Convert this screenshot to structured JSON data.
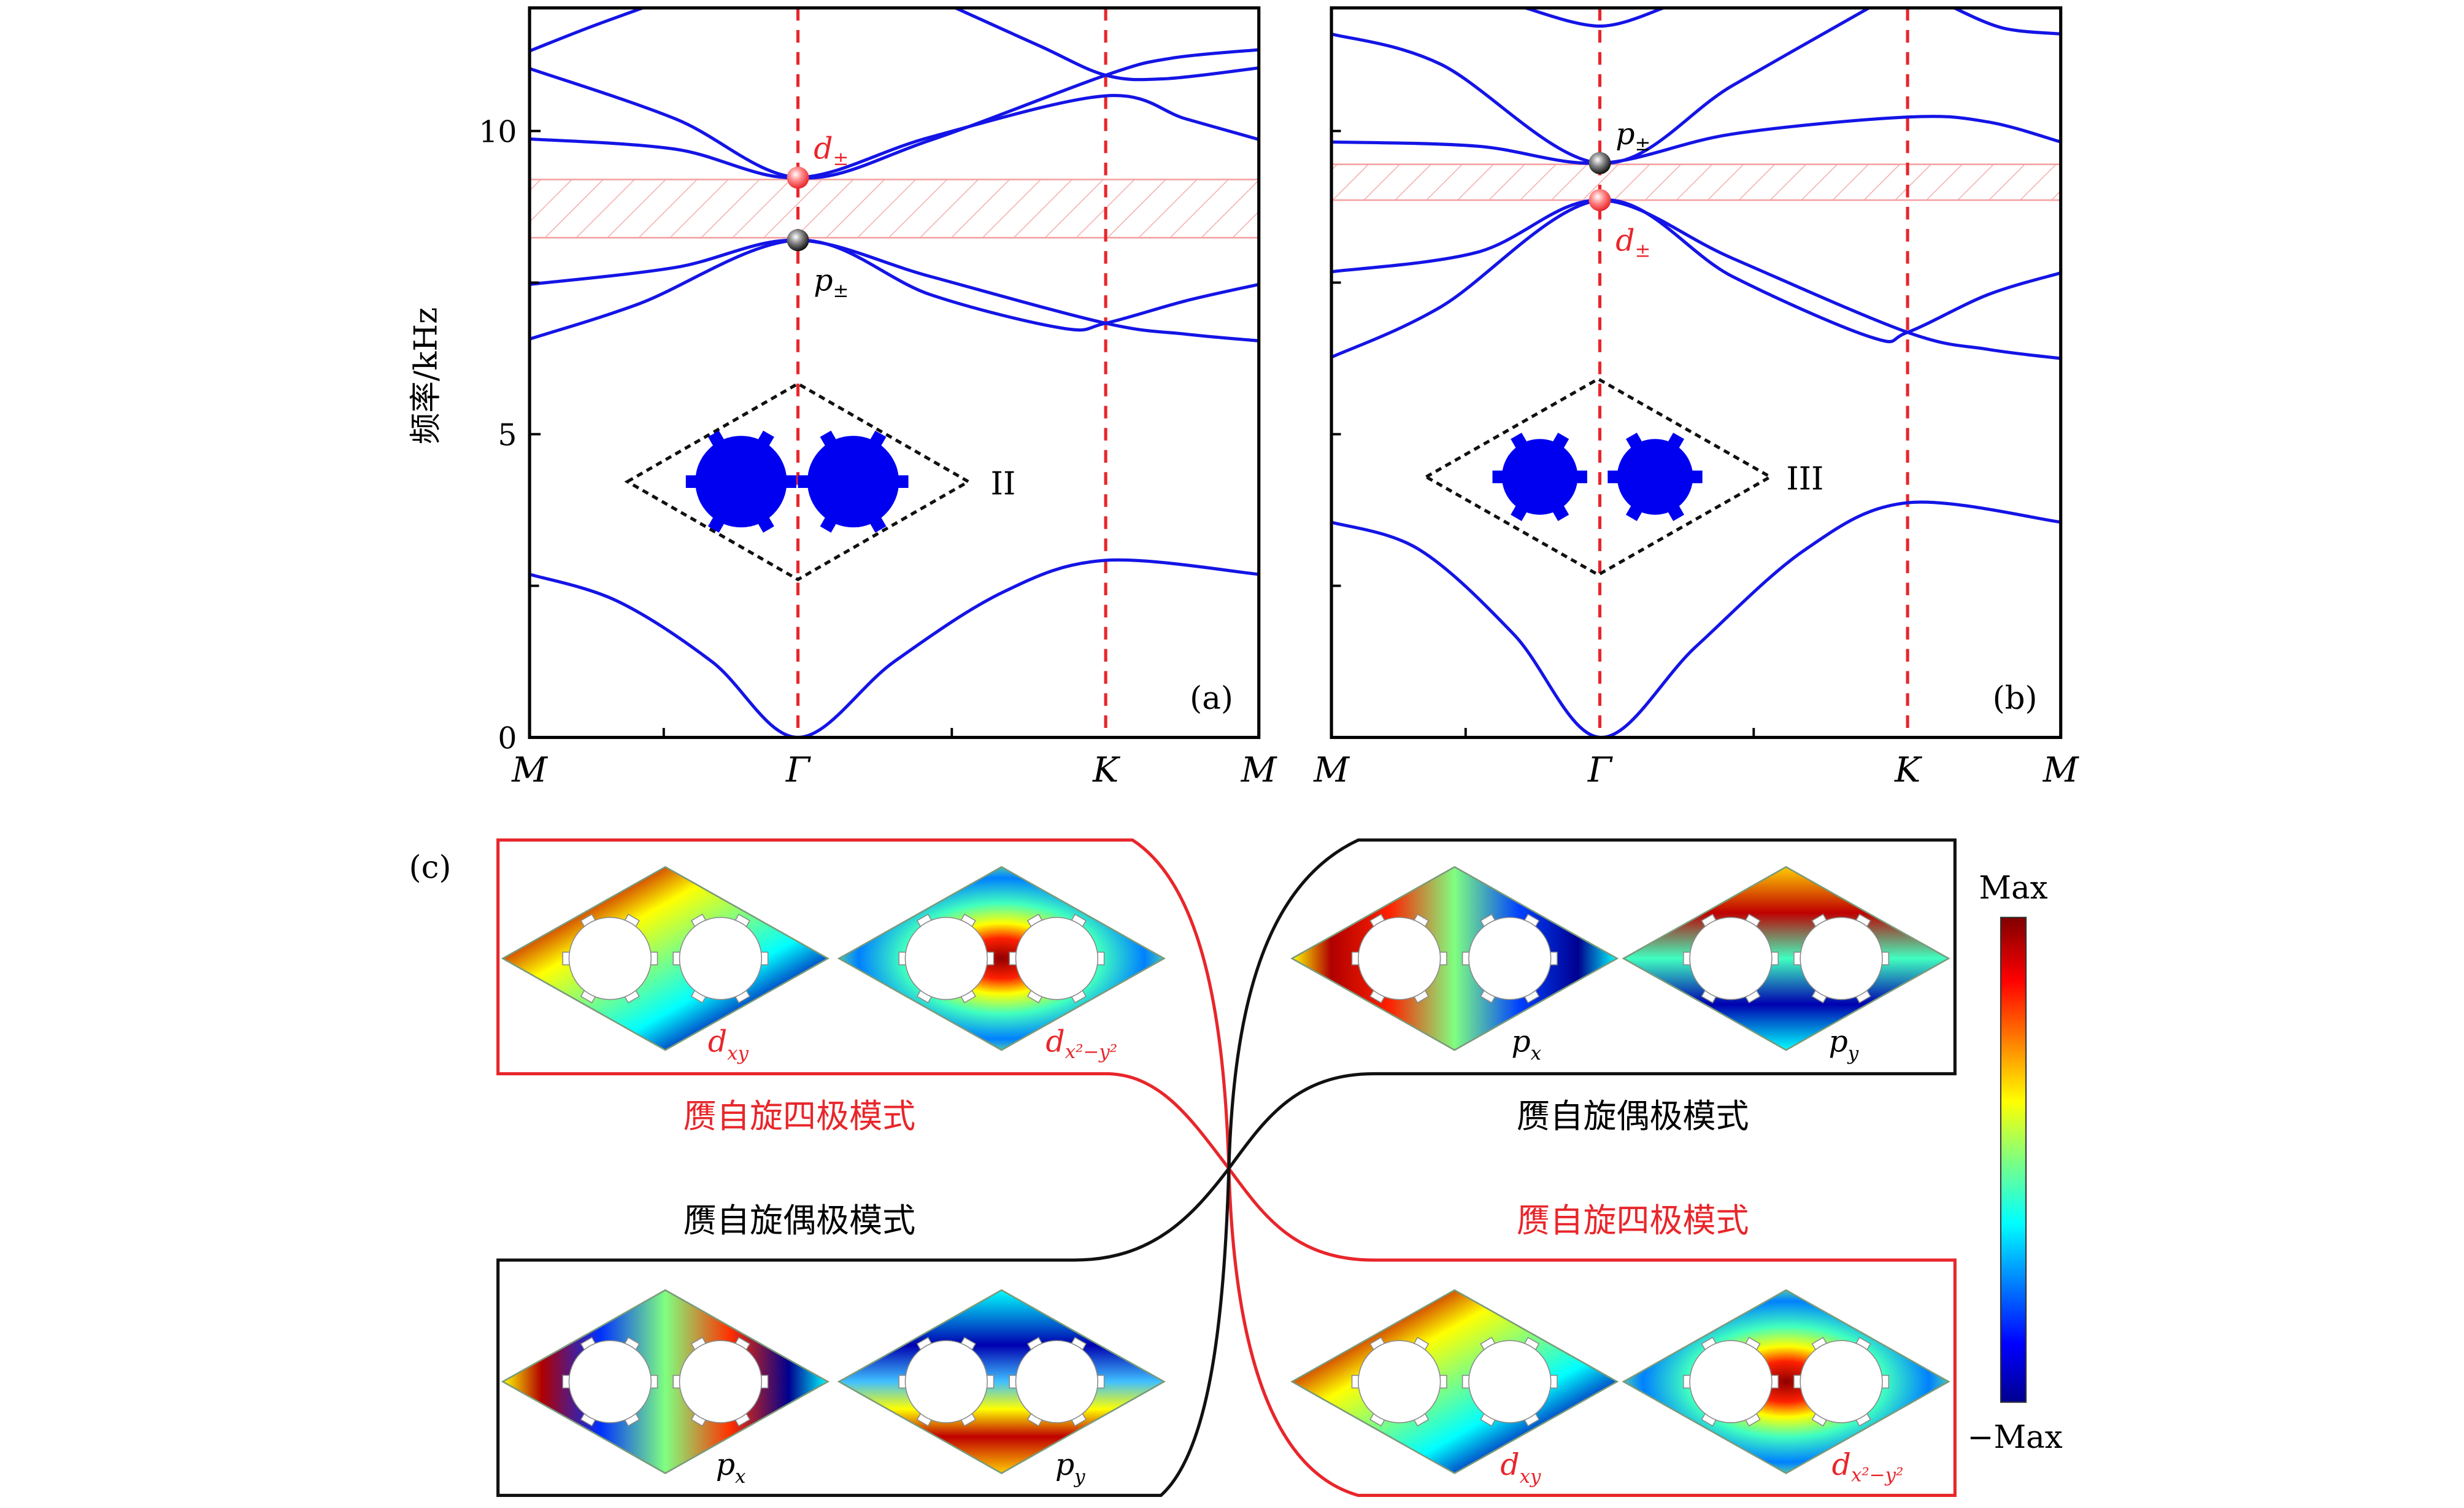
{
  "colors": {
    "band": "#1414e6",
    "symmetry_line": "#e8262b",
    "gap": "#f4a0a0",
    "d_mode": "#e8262b",
    "p_mode": "#000000",
    "inset_rod": "#0000f0"
  },
  "chart_data": [
    {
      "type": "line",
      "panel_tag": "(a)",
      "title": "",
      "ylabel": "频率/kHz",
      "xlabel": "",
      "ylim": [
        0,
        12.03
      ],
      "yticks": [
        0,
        5,
        10
      ],
      "yminor": [
        2.5,
        7.5
      ],
      "x_ticks": [
        {
          "label": "M",
          "k": 0
        },
        {
          "label": "Γ",
          "k": 0.368
        },
        {
          "label": "K",
          "k": 0.79
        },
        {
          "label": "M",
          "k": 1
        }
      ],
      "symmetry_lines_k": [
        0.368,
        0.79
      ],
      "band_gap": [
        8.24,
        9.2
      ],
      "inset_label": "II",
      "degenerate_points": [
        {
          "label": "d",
          "sub": "±",
          "k": 0.368,
          "f": 9.23,
          "kind": "d"
        },
        {
          "label": "p",
          "sub": "±",
          "k": 0.368,
          "f": 8.2,
          "kind": "p"
        }
      ],
      "series": [
        {
          "name": "band1",
          "points": [
            [
              0,
              2.69
            ],
            [
              0.12,
              2.25
            ],
            [
              0.25,
              1.25
            ],
            [
              0.368,
              0
            ],
            [
              0.5,
              1.25
            ],
            [
              0.65,
              2.4
            ],
            [
              0.79,
              2.92
            ],
            [
              1,
              2.69
            ]
          ]
        },
        {
          "name": "band2",
          "points": [
            [
              0,
              6.57
            ],
            [
              0.15,
              7.15
            ],
            [
              0.368,
              8.2
            ],
            [
              0.55,
              7.3
            ],
            [
              0.73,
              6.75
            ],
            [
              0.79,
              6.83
            ],
            [
              0.9,
              7.2
            ],
            [
              1,
              7.47
            ]
          ]
        },
        {
          "name": "band3",
          "points": [
            [
              0,
              7.47
            ],
            [
              0.2,
              7.75
            ],
            [
              0.368,
              8.2
            ],
            [
              0.55,
              7.6
            ],
            [
              0.79,
              6.83
            ],
            [
              0.9,
              6.65
            ],
            [
              1,
              6.54
            ]
          ]
        },
        {
          "name": "band4",
          "points": [
            [
              0,
              9.87
            ],
            [
              0.2,
              9.7
            ],
            [
              0.368,
              9.23
            ],
            [
              0.55,
              9.9
            ],
            [
              0.79,
              10.58
            ],
            [
              0.9,
              10.2
            ],
            [
              1,
              9.86
            ]
          ]
        },
        {
          "name": "band5",
          "points": [
            [
              0,
              11.03
            ],
            [
              0.2,
              10.2
            ],
            [
              0.368,
              9.23
            ],
            [
              0.55,
              9.85
            ],
            [
              0.79,
              10.92
            ],
            [
              0.88,
              11.2
            ],
            [
              1,
              11.34
            ]
          ]
        },
        {
          "name": "band6",
          "points": [
            [
              0,
              11.32
            ],
            [
              0.08,
              11.7
            ],
            [
              0.16,
              12.05
            ]
          ]
        },
        {
          "name": "band7",
          "points": [
            [
              0.58,
              12.05
            ],
            [
              0.7,
              11.4
            ],
            [
              0.79,
              10.92
            ],
            [
              0.87,
              10.86
            ],
            [
              1,
              11.04
            ]
          ]
        }
      ]
    },
    {
      "type": "line",
      "panel_tag": "(b)",
      "title": "",
      "ylabel": "",
      "xlabel": "",
      "ylim": [
        0,
        12.03
      ],
      "yticks": [],
      "yminor": [
        2.5,
        5,
        7.5,
        10
      ],
      "x_ticks": [
        {
          "label": "M",
          "k": 0
        },
        {
          "label": "Γ",
          "k": 0.368
        },
        {
          "label": "K",
          "k": 0.79
        },
        {
          "label": "M",
          "k": 1
        }
      ],
      "symmetry_lines_k": [
        0.368,
        0.79
      ],
      "band_gap": [
        8.86,
        9.45
      ],
      "inset_label": "III",
      "degenerate_points": [
        {
          "label": "p",
          "sub": "±",
          "k": 0.368,
          "f": 9.47,
          "kind": "p"
        },
        {
          "label": "d",
          "sub": "±",
          "k": 0.368,
          "f": 8.86,
          "kind": "d"
        }
      ],
      "series": [
        {
          "name": "band1",
          "points": [
            [
              0,
              3.55
            ],
            [
              0.12,
              3.1
            ],
            [
              0.25,
              1.7
            ],
            [
              0.368,
              0
            ],
            [
              0.5,
              1.5
            ],
            [
              0.65,
              3.1
            ],
            [
              0.79,
              3.87
            ],
            [
              1,
              3.55
            ]
          ]
        },
        {
          "name": "band2",
          "points": [
            [
              0,
              6.27
            ],
            [
              0.15,
              7.1
            ],
            [
              0.368,
              8.86
            ],
            [
              0.55,
              7.6
            ],
            [
              0.74,
              6.6
            ],
            [
              0.79,
              6.68
            ],
            [
              0.9,
              7.3
            ],
            [
              1,
              7.66
            ]
          ]
        },
        {
          "name": "band3",
          "points": [
            [
              0,
              7.68
            ],
            [
              0.2,
              8.0
            ],
            [
              0.368,
              8.86
            ],
            [
              0.55,
              7.9
            ],
            [
              0.79,
              6.68
            ],
            [
              0.9,
              6.4
            ],
            [
              1,
              6.25
            ]
          ]
        },
        {
          "name": "band4",
          "points": [
            [
              0,
              9.82
            ],
            [
              0.2,
              9.75
            ],
            [
              0.368,
              9.47
            ],
            [
              0.55,
              9.95
            ],
            [
              0.79,
              10.23
            ],
            [
              0.9,
              10.15
            ],
            [
              1,
              9.82
            ]
          ]
        },
        {
          "name": "band5",
          "points": [
            [
              0,
              11.6
            ],
            [
              0.15,
              11.1
            ],
            [
              0.368,
              9.47
            ],
            [
              0.55,
              10.75
            ],
            [
              0.74,
              12.05
            ]
          ]
        },
        {
          "name": "band6",
          "points": [
            [
              0.26,
              12.05
            ],
            [
              0.368,
              11.73
            ],
            [
              0.46,
              12.05
            ]
          ]
        },
        {
          "name": "band7",
          "points": [
            [
              0.85,
              12.05
            ],
            [
              0.92,
              11.7
            ],
            [
              1,
              11.6
            ]
          ]
        }
      ]
    }
  ],
  "panel_c": {
    "tag": "(c)",
    "captions": {
      "quadrupole": "赝自旋四极模式",
      "dipole": "赝自旋偶极模式"
    },
    "modes": {
      "dxy": {
        "main": "d",
        "sub": "xy"
      },
      "dx2y2": {
        "main": "d",
        "sub": "x²−y²"
      },
      "px": {
        "main": "p",
        "sub": "x"
      },
      "py": {
        "main": "p",
        "sub": "y"
      }
    },
    "colorbar": {
      "max_label": "Max",
      "min_label": "−Max"
    }
  }
}
